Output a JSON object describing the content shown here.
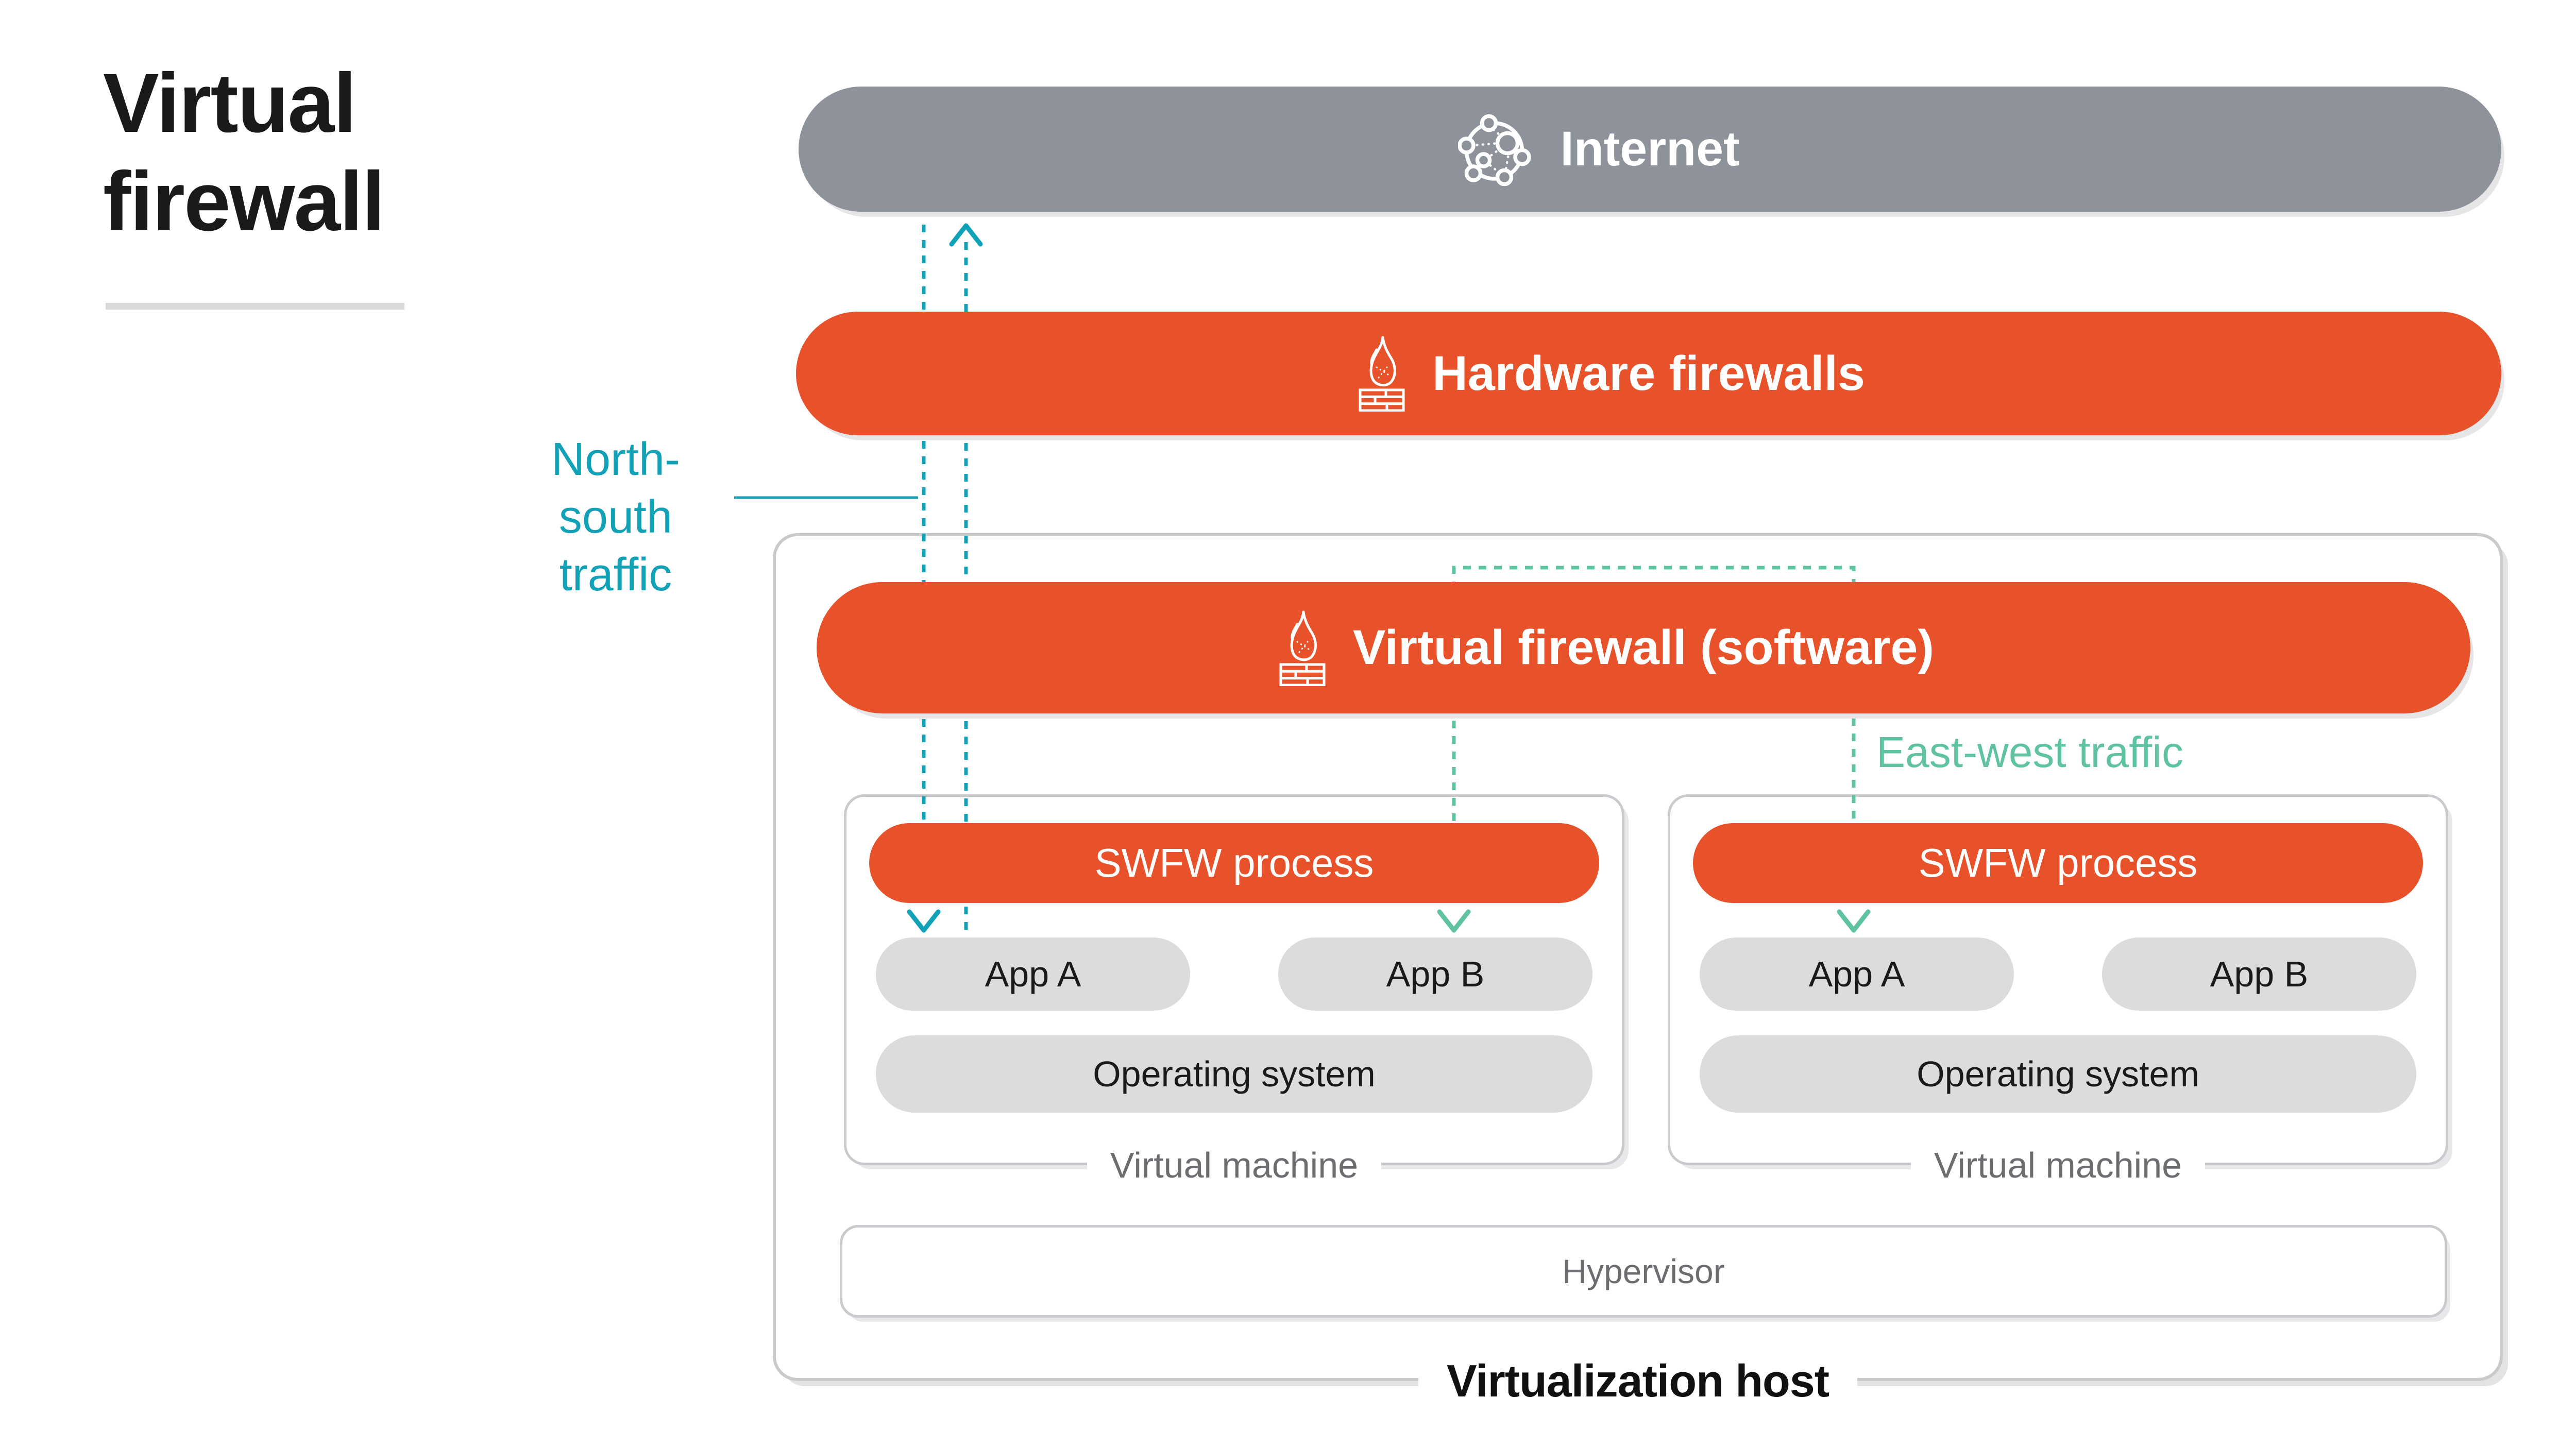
{
  "page": {
    "title": "Virtual\nfirewall"
  },
  "internet": {
    "label": "Internet"
  },
  "hardware_firewall": {
    "label": "Hardware firewalls"
  },
  "virtual_firewall": {
    "label": "Virtual firewall (software)"
  },
  "traffic": {
    "north_south": "North-south\ntraffic",
    "east_west": "East-west traffic"
  },
  "vms": [
    {
      "swfw": "SWFW process",
      "app_a": "App A",
      "app_b": "App B",
      "os": "Operating system",
      "caption": "Virtual machine"
    },
    {
      "swfw": "SWFW process",
      "app_a": "App A",
      "app_b": "App B",
      "os": "Operating system",
      "caption": "Virtual machine"
    }
  ],
  "hypervisor": {
    "label": "Hypervisor"
  },
  "host": {
    "label": "Virtualization host"
  },
  "colors": {
    "orange": "#e8522a",
    "internet_gray": "#8d929b",
    "pill_gray": "#dcdcdd",
    "border_gray": "#c9cacd",
    "north_south_teal": "#12a2b7",
    "east_west_seafoam": "#5fc3a1",
    "caption_gray": "#6b6d70",
    "title_black": "#1a1a1a"
  },
  "icons": {
    "internet": "network-globe-icon",
    "firewall": "firewall-flame-icon"
  }
}
